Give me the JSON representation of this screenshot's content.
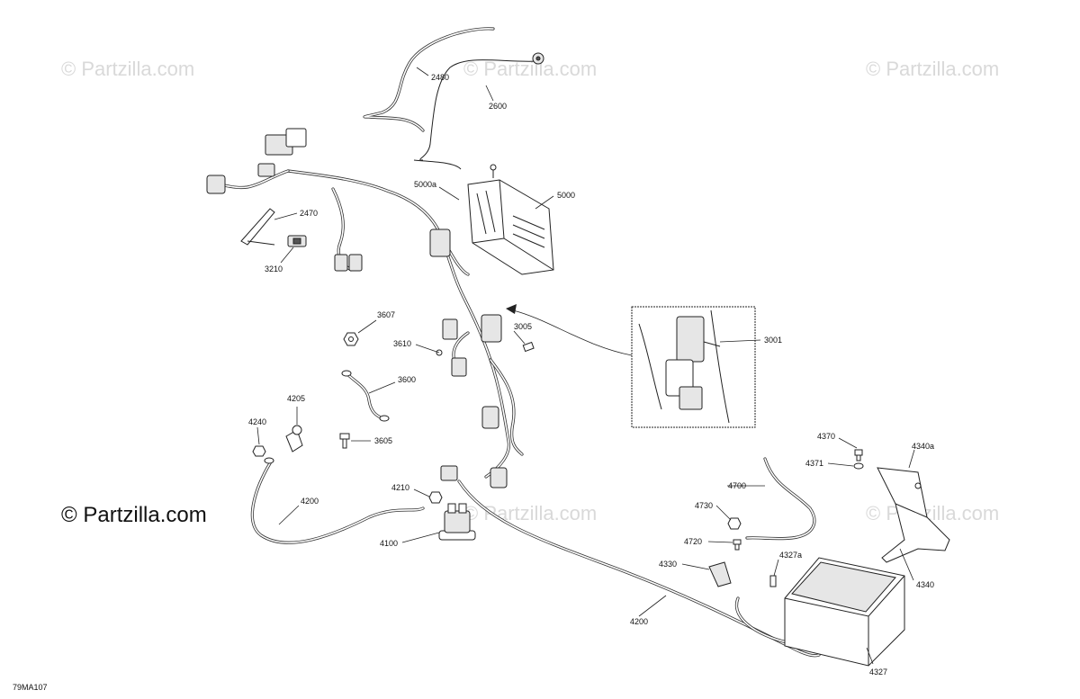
{
  "watermarks": {
    "small": "© Partzilla.com",
    "large": "© Partzilla.com"
  },
  "diagram_ref": "79MA107",
  "callouts": {
    "c2480": "2480",
    "c2600": "2600",
    "c5000a": "5000a",
    "c5000": "5000",
    "c2470": "2470",
    "c3210": "3210",
    "c3607": "3607",
    "c3610": "3610",
    "c3005": "3005",
    "c3001": "3001",
    "c3600": "3600",
    "c4205": "4205",
    "c4240": "4240",
    "c3605": "3605",
    "c4210": "4210",
    "c4200a": "4200",
    "c4100": "4100",
    "c4370": "4370",
    "c4340a": "4340a",
    "c4371": "4371",
    "c4700": "4700",
    "c4730": "4730",
    "c4720": "4720",
    "c4327a": "4327a",
    "c4330": "4330",
    "c4340": "4340",
    "c4200b": "4200",
    "c4327": "4327"
  },
  "colors": {
    "line": "#222222",
    "watermark": "#d9d9d9",
    "background": "#ffffff"
  }
}
